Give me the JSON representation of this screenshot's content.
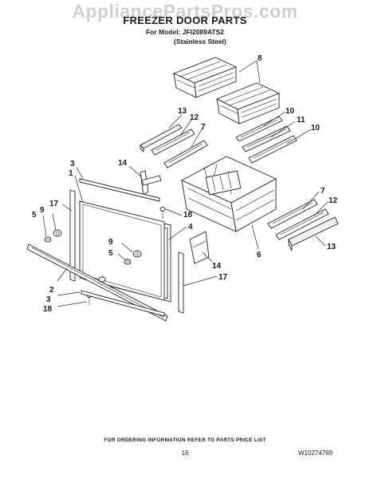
{
  "watermark": "AppliancePartsPros.com",
  "header": {
    "title": "FREEZER DOOR PARTS",
    "model_line": "For Model: JFI2089ATS2",
    "finish_line": "(Stainless Steel)"
  },
  "callouts": {
    "c8": "8",
    "c13a": "13",
    "c12a": "12",
    "c7a": "7",
    "c10a": "10",
    "c11": "11",
    "c10b": "10",
    "c3a": "3",
    "c14a": "14",
    "c1": "1",
    "c17a": "17",
    "c5a": "5",
    "c9a": "9",
    "c18a": "18",
    "c4": "4",
    "c9b": "9",
    "c5b": "5",
    "c7b": "7",
    "c12b": "12",
    "c6": "6",
    "c13b": "13",
    "c14b": "14",
    "c17b": "17",
    "c2": "2",
    "c3b": "3",
    "c18b": "18"
  },
  "footer": {
    "ordering_note": "FOR ORDERING INFORMATION REFER TO PARTS PRICE LIST",
    "page_number": "16",
    "document_number": "W10274769"
  }
}
